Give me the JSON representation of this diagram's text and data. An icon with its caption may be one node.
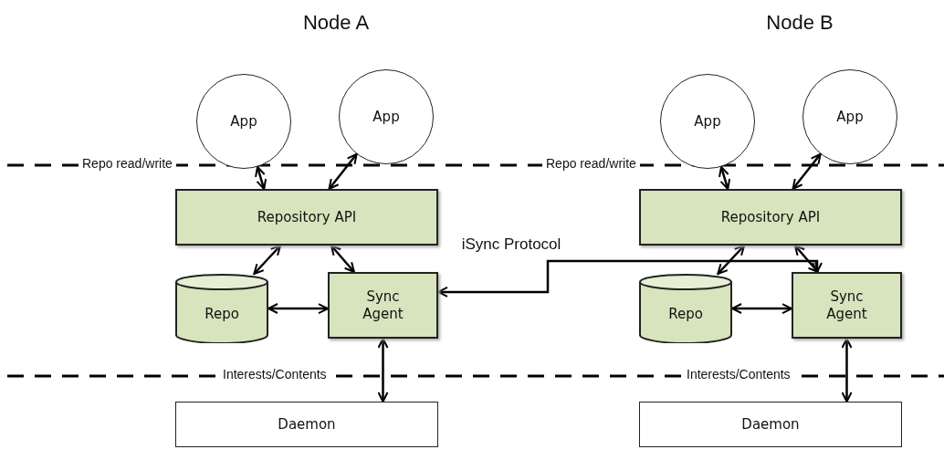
{
  "diagram": {
    "nodes": [
      {
        "text": [
          "App"
        ]
      },
      {
        "text": [
          "App"
        ]
      },
      {
        "text": [
          "Repository API"
        ]
      },
      {
        "text": [
          "Repo"
        ]
      },
      {
        "text": [
          "Sync Agent"
        ]
      },
      {
        "text": [
          "Daemon"
        ]
      },
      {
        "text": [
          "App"
        ]
      },
      {
        "text": [
          "App"
        ]
      },
      {
        "text": [
          "Repository API"
        ]
      },
      {
        "text": [
          "Repo"
        ]
      },
      {
        "text": [
          "Sync Agent"
        ]
      },
      {
        "text": [
          "Daemon"
        ]
      }
    ],
    "edges": [
      {
        "from": 0,
        "to": 2,
        "arrow": "both"
      },
      {
        "from": 1,
        "to": 2,
        "arrow": "both"
      },
      {
        "from": 2,
        "to": 3,
        "arrow": "both"
      },
      {
        "from": 2,
        "to": 4,
        "arrow": "both"
      },
      {
        "from": 3,
        "to": 4,
        "arrow": "both"
      },
      {
        "from": 4,
        "to": 5,
        "arrow": "both"
      },
      {
        "from": 6,
        "to": 8,
        "arrow": "both"
      },
      {
        "from": 7,
        "to": 8,
        "arrow": "both"
      },
      {
        "from": 8,
        "to": 9,
        "arrow": "both"
      },
      {
        "from": 8,
        "to": 10,
        "arrow": "both"
      },
      {
        "from": 9,
        "to": 10,
        "arrow": "both"
      },
      {
        "from": 10,
        "to": 11,
        "arrow": "both"
      },
      {
        "from": 4,
        "to": 10,
        "arrow": "both",
        "label": "iSync Protocol"
      }
    ],
    "labels": [
      "Node A",
      "Node B",
      "Repo read/write",
      "Repo read/write",
      "Interests/Contents",
      "Interests/Contents"
    ]
  }
}
